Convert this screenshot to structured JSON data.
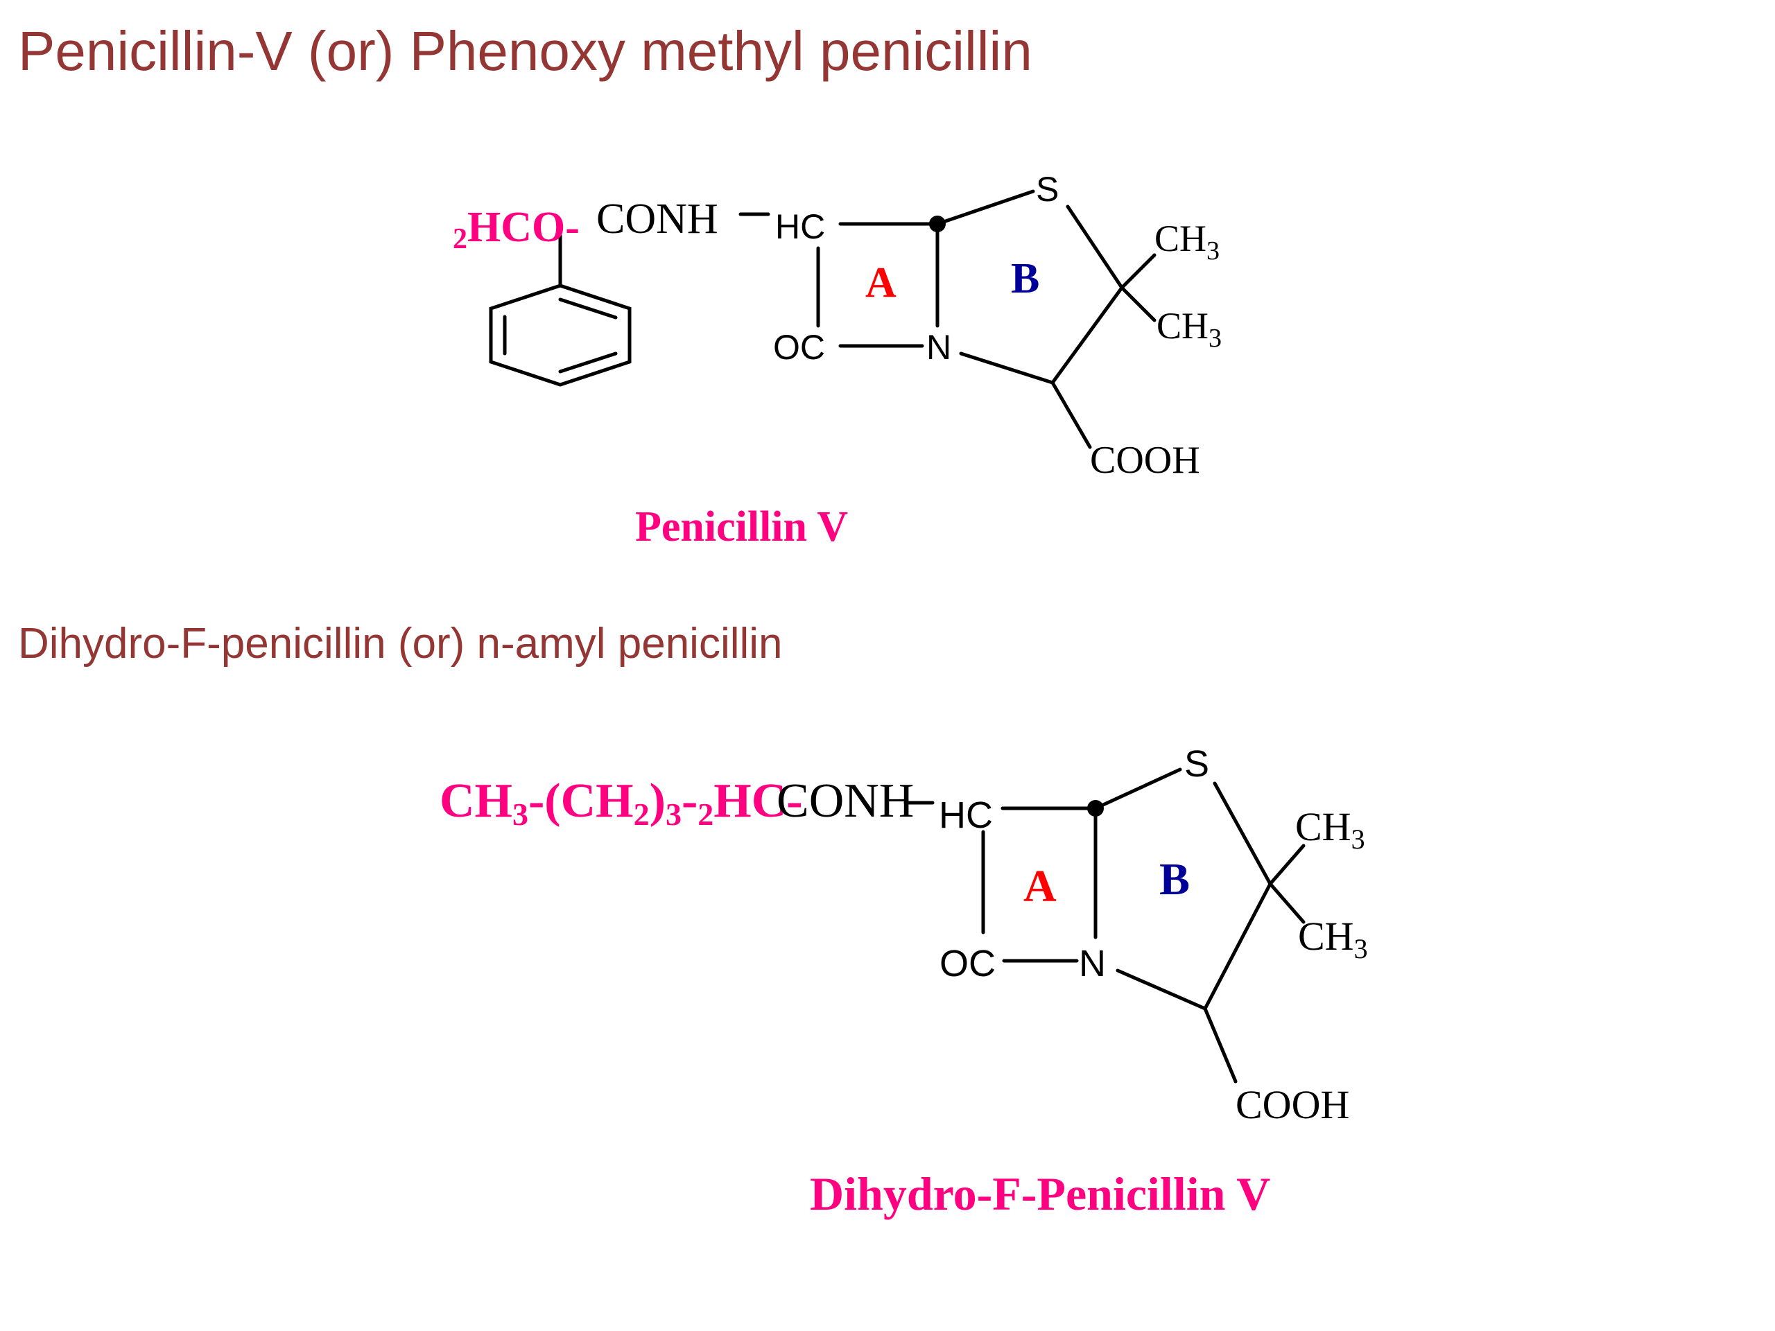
{
  "headings": {
    "h1": "Penicillin-V (or) Phenoxy methyl penicillin",
    "h2": "Dihydro-F-penicillin (or) n-amyl penicillin"
  },
  "molecule1": {
    "side_chain_sub": "2",
    "side_chain": "HCO-",
    "conh": "CONH",
    "hc": "HC",
    "oc": "OC",
    "n": "N",
    "s": "S",
    "ring_a": "A",
    "ring_b": "B",
    "ch": "CH",
    "three": "3",
    "cooh": "COOH",
    "caption": "Penicillin V"
  },
  "molecule2": {
    "ch": "CH",
    "three": "3",
    "side_mid": "-(CH",
    "two": "2",
    "side_mid2": ")",
    "dash": "-",
    "side_end": "HC-",
    "conh": "CONH",
    "hc": "HC",
    "oc": "OC",
    "n": "N",
    "s": "S",
    "ring_a": "A",
    "ring_b": "B",
    "cooh": "COOH",
    "caption": "Dihydro-F-Penicillin V"
  },
  "colors": {
    "heading": "#943634",
    "accent_pink": "#FF0080",
    "ring_a": "#FF0000",
    "ring_b": "#000099",
    "bond": "#000000"
  }
}
